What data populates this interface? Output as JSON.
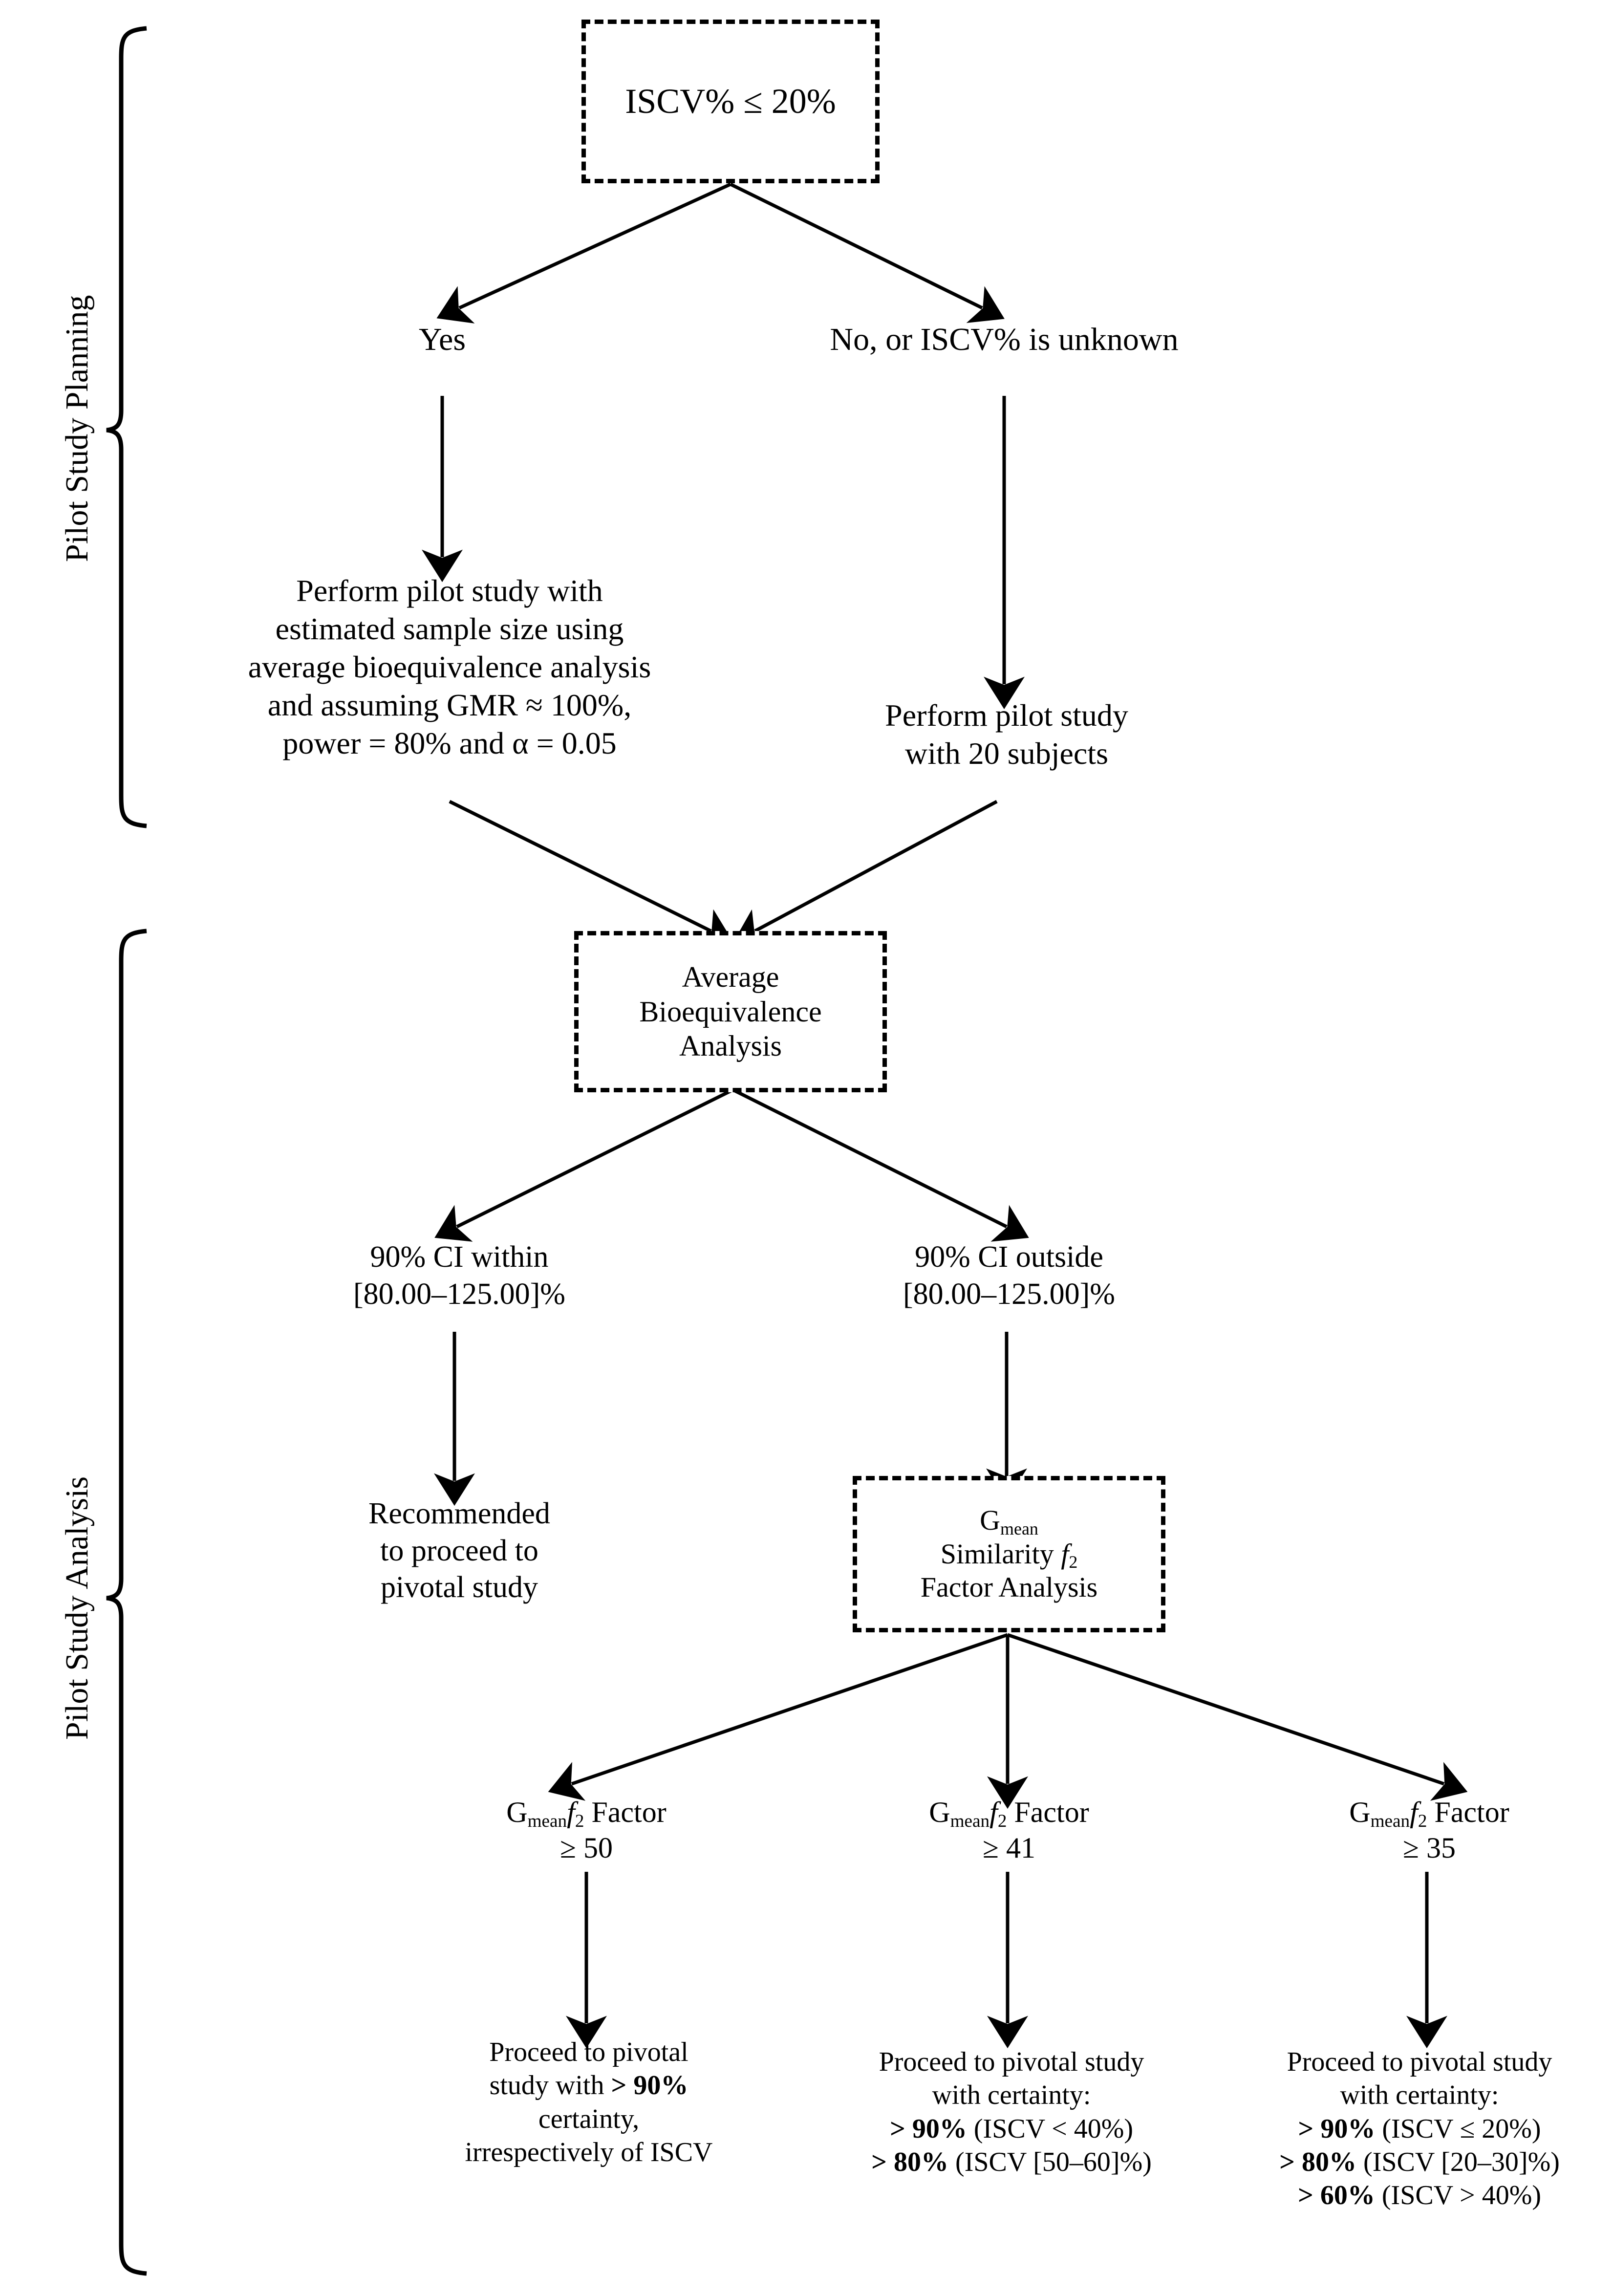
{
  "diagram": {
    "title": "Pilot study decision flowchart",
    "sections": [
      {
        "id": "planning",
        "label": "Pilot Study Planning"
      },
      {
        "id": "analysis",
        "label": "Pilot Study Analysis"
      }
    ],
    "nodes": {
      "iscv_decision": {
        "text": "ISCV% ≤ 20%",
        "shape": "dashed-box"
      },
      "branch_yes": {
        "text": "Yes",
        "shape": "text"
      },
      "branch_no": {
        "text": "No, or ISCV% is unknown",
        "shape": "text"
      },
      "pilot_estimated": {
        "shape": "text",
        "lines": [
          "Perform pilot study with",
          "estimated sample size using",
          "average bioequivalence analysis",
          "and assuming GMR ≈ 100%,",
          "power = 80% and α = 0.05"
        ]
      },
      "pilot_20": {
        "shape": "text",
        "lines": [
          "Perform pilot study",
          "with 20 subjects"
        ]
      },
      "abe_analysis": {
        "shape": "dashed-box",
        "lines": [
          "Average",
          "Bioequivalence",
          "Analysis"
        ]
      },
      "ci_within": {
        "shape": "text",
        "lines": [
          "90% CI within",
          "[80.00–125.00]%"
        ]
      },
      "ci_outside": {
        "shape": "text",
        "lines": [
          "90% CI outside",
          "[80.00–125.00]%"
        ]
      },
      "recommended": {
        "shape": "text",
        "lines": [
          "Recommended",
          "to proceed to",
          "pivotal study"
        ]
      },
      "f2_analysis": {
        "shape": "dashed-box",
        "line1_prefix": "G",
        "line1_sub": "mean",
        "line2_prefix": "Similarity ",
        "line2_italic": "f",
        "line2_sub": "2",
        "line3": "Factor Analysis"
      },
      "f2_ge_50": {
        "shape": "text",
        "prefix": "G",
        "sub": "mean",
        "italic": "f",
        "isub": "2",
        "suffix": " Factor",
        "value": "≥ 50"
      },
      "f2_ge_41": {
        "shape": "text",
        "prefix": "G",
        "sub": "mean",
        "italic": "f",
        "isub": "2",
        "suffix": " Factor",
        "value": "≥ 41"
      },
      "f2_ge_35": {
        "shape": "text",
        "prefix": "G",
        "sub": "mean",
        "italic": "f",
        "isub": "2",
        "suffix": " Factor",
        "value": "≥ 35"
      },
      "outcome_50": {
        "shape": "text",
        "line1": "Proceed to pivotal",
        "line2_a": "study with ",
        "line2_bold": "> 90%",
        "line3": "certainty,",
        "line4": "irrespectively of ISCV"
      },
      "outcome_41": {
        "shape": "text",
        "line1": "Proceed to pivotal study",
        "line2": "with certainty:",
        "items": [
          {
            "bold": "> 90%",
            "rest": " (ISCV < 40%)"
          },
          {
            "bold": "> 80%",
            "rest": " (ISCV [50–60]%)"
          }
        ]
      },
      "outcome_35": {
        "shape": "text",
        "line1": "Proceed to pivotal study",
        "line2": "with certainty:",
        "items": [
          {
            "bold": "> 90%",
            "rest": " (ISCV ≤ 20%)"
          },
          {
            "bold": "> 80%",
            "rest": " (ISCV [20–30]%)"
          },
          {
            "bold": "> 60%",
            "rest": " (ISCV > 40%)"
          }
        ]
      }
    },
    "colors": {
      "stroke": "#000000",
      "background": "#ffffff"
    }
  }
}
